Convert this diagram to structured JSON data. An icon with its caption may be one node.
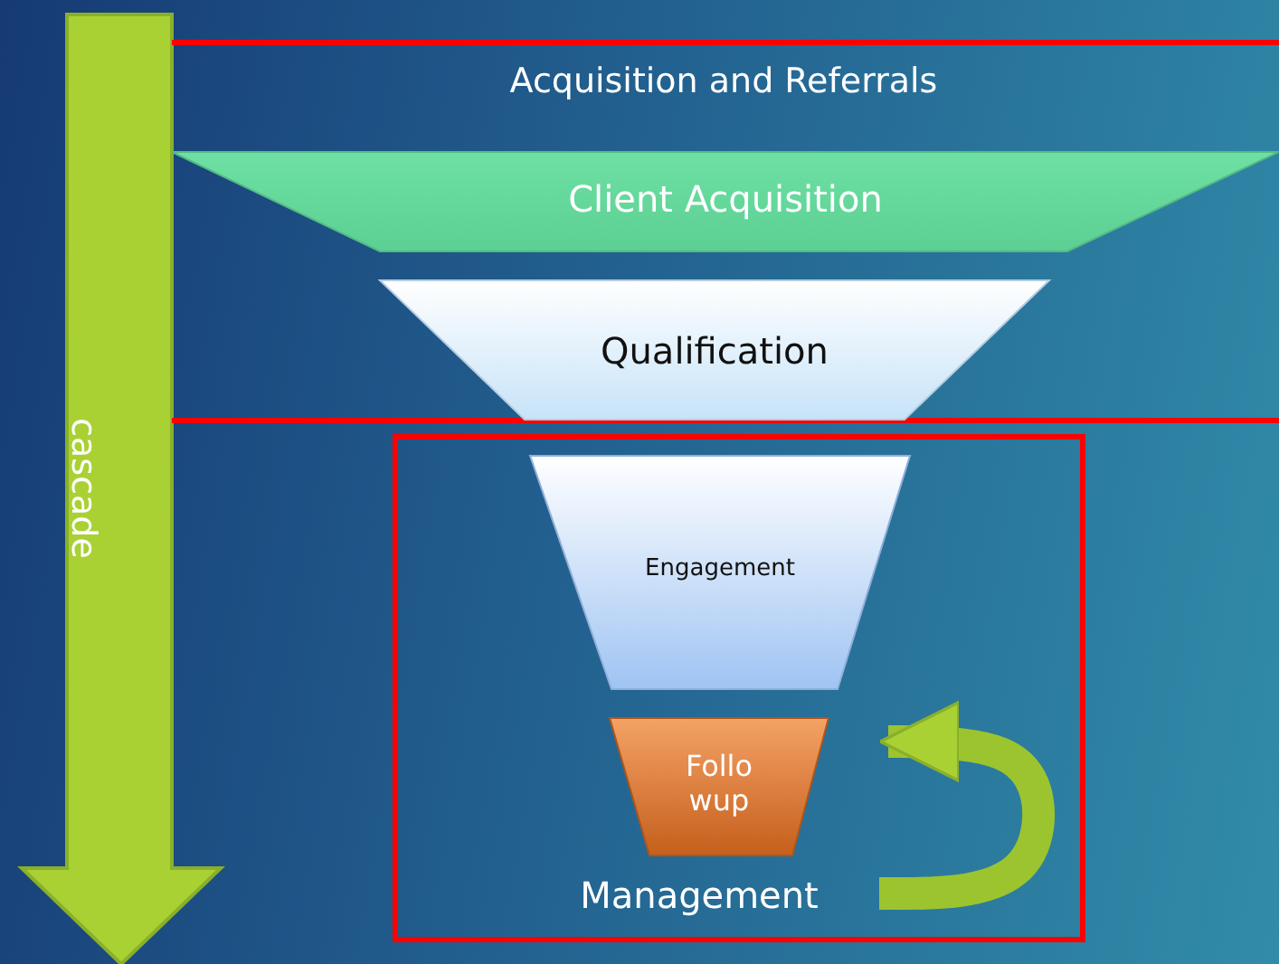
{
  "diagram": {
    "nodes": [
      {
        "text": [
          "cascade"
        ]
      },
      {
        "text": [
          "Acquisition and Referrals"
        ]
      },
      {
        "text": [
          "Client Acquisition"
        ],
        "in": 1
      },
      {
        "text": [
          "Qualification"
        ],
        "in": 1
      },
      {
        "text": [
          "Management"
        ]
      },
      {
        "text": [
          "Engagement"
        ],
        "in": 4
      },
      {
        "text": [
          "Follo wup"
        ],
        "in": 4
      }
    ],
    "edges": [
      {
        "from": null,
        "to": 6,
        "arrow": "to"
      }
    ]
  }
}
